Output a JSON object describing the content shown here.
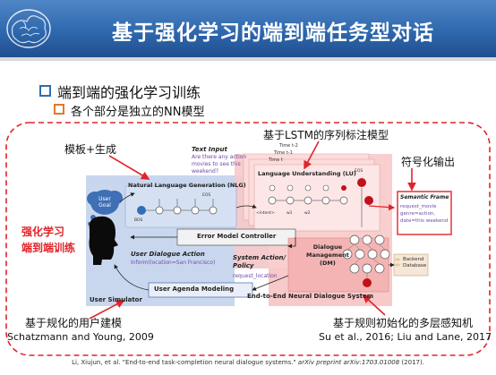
{
  "header": {
    "title": "基于强化学习的端到端任务型对话"
  },
  "bullets": {
    "level1": "端到端的强化学习训练",
    "level2": "各个部分是独立的NN模型"
  },
  "annotations": {
    "template_gen": "模板+生成",
    "lstm_tagging": "基于LSTM的序列标注模型",
    "symbolic_output": "符号化输出",
    "rl_line1": "强化学习",
    "rl_line2": "端到端训练",
    "rule_user_model": "基于规化的用户建模",
    "rule_user_cite": "Schatzmann and Young, 2009",
    "mlp_init": "基于规则初始化的多层感知机",
    "mlp_cite": "Su et al., 2016; Liu and Lane, 2017"
  },
  "diagram": {
    "text_input_title": "Text Input",
    "text_input_q1": "Are there any action",
    "text_input_q2": "movies to see this",
    "text_input_q3": "weekend?",
    "time_t2": "Time t-2",
    "time_t1": "Time t-1",
    "time_t": "Time t",
    "lu_title": "Language Understanding (LU)",
    "nlg_title": "Natural Language Generation (NLG)",
    "user_goal": "User Goal",
    "error_model": "Error Model Controller",
    "uda_title": "User Dialogue Action",
    "uda_value": "Inform(location=San Francisco)",
    "sap_title1": "System Action/",
    "sap_title2": "Policy",
    "sap_value": "request_location",
    "dm_title1": "Dialogue",
    "dm_title2": "Management",
    "dm_title3": "(DM)",
    "backend1": "Backend",
    "backend2": "Database",
    "semantic_title": "Semantic Frame",
    "semantic_l1": "request_movie",
    "semantic_l2": "genre=action,",
    "semantic_l3": "date=this weekend",
    "user_agenda": "User Agenda Modeling",
    "user_simulator": "User Simulator",
    "e2e_system": "End-to-End Neural Dialogue System",
    "eos": "EOS",
    "w0": "<intent>",
    "w1": "w1",
    "w2": "w2",
    "bos": "BOS"
  },
  "footer": {
    "citation_plain": "Li, Xiujun, et al. \"End-to-end task-completion neural dialogue systems.\" ",
    "citation_italic": "arXiv preprint arXiv:1703.01008",
    "citation_year": " (2017)."
  },
  "colors": {
    "header_blue": "#2f68ad",
    "red_dash": "#e0242a",
    "pink_region": "#f7c9c9",
    "blue_region": "#c9d7ee",
    "node_red": "#c0121b",
    "node_blue": "#2e6fb7",
    "purple_text": "#6f4aa8"
  }
}
